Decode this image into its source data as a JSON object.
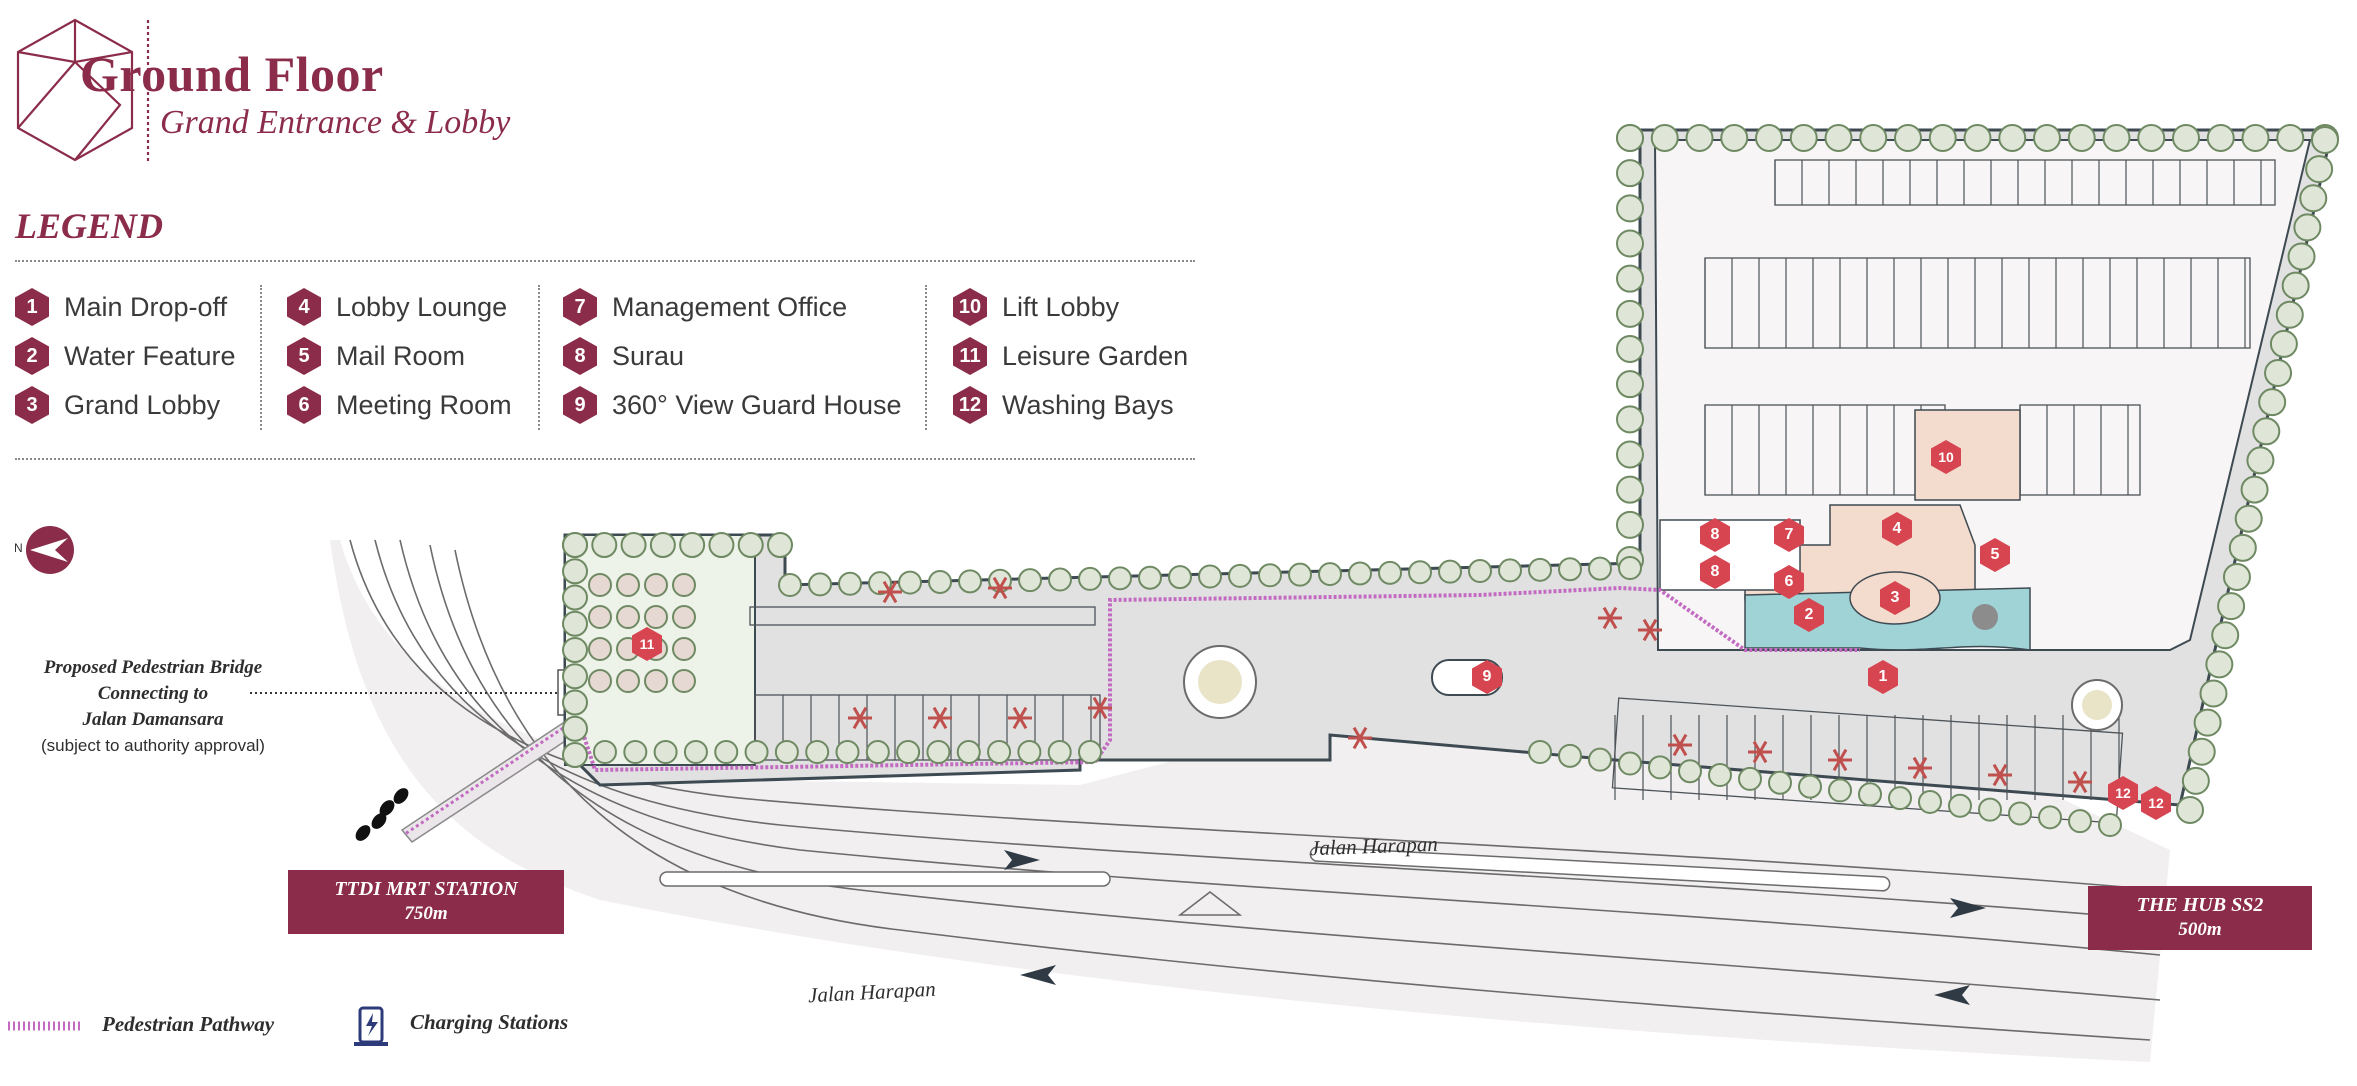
{
  "title": {
    "main": "Ground Floor",
    "subtitle": "Grand Entrance & Lobby"
  },
  "legend": {
    "heading": "LEGEND",
    "items": [
      {
        "num": "1",
        "label": "Main Drop-off"
      },
      {
        "num": "2",
        "label": "Water Feature"
      },
      {
        "num": "3",
        "label": "Grand Lobby"
      },
      {
        "num": "4",
        "label": "Lobby Lounge"
      },
      {
        "num": "5",
        "label": "Mail Room"
      },
      {
        "num": "6",
        "label": "Meeting Room"
      },
      {
        "num": "7",
        "label": "Management Office"
      },
      {
        "num": "8",
        "label": "Surau"
      },
      {
        "num": "9",
        "label": "360° View Guard House"
      },
      {
        "num": "10",
        "label": "Lift Lobby"
      },
      {
        "num": "11",
        "label": "Leisure Garden"
      },
      {
        "num": "12",
        "label": "Washing Bays"
      }
    ]
  },
  "compass": {
    "label": "N"
  },
  "bridge": {
    "line1": "Proposed Pedestrian Bridge",
    "line2": "Connecting to",
    "line3": "Jalan Damansara",
    "note": "(subject to authority approval)"
  },
  "stations": {
    "mrt": {
      "name": "TTDI MRT STATION",
      "distance": "750m"
    },
    "hub": {
      "name": "THE HUB SS2",
      "distance": "500m"
    }
  },
  "roads": {
    "upper": "Jalan Harapan",
    "lower": "Jalan Harapan"
  },
  "key": {
    "pathway": "Pedestrian Pathway",
    "charging": "Charging Stations"
  },
  "markers": {
    "m1": "1",
    "m2": "2",
    "m3": "3",
    "m4": "4",
    "m5": "5",
    "m6": "6",
    "m7": "7",
    "m8a": "8",
    "m8b": "8",
    "m9": "9",
    "m10": "10",
    "m11": "11",
    "m12a": "12",
    "m12b": "12"
  },
  "colors": {
    "brand": "#8b2c4a",
    "marker": "#d64550",
    "tree": "#6f8a63",
    "water": "#9fd3d6",
    "pathway": "#c36bc2"
  }
}
